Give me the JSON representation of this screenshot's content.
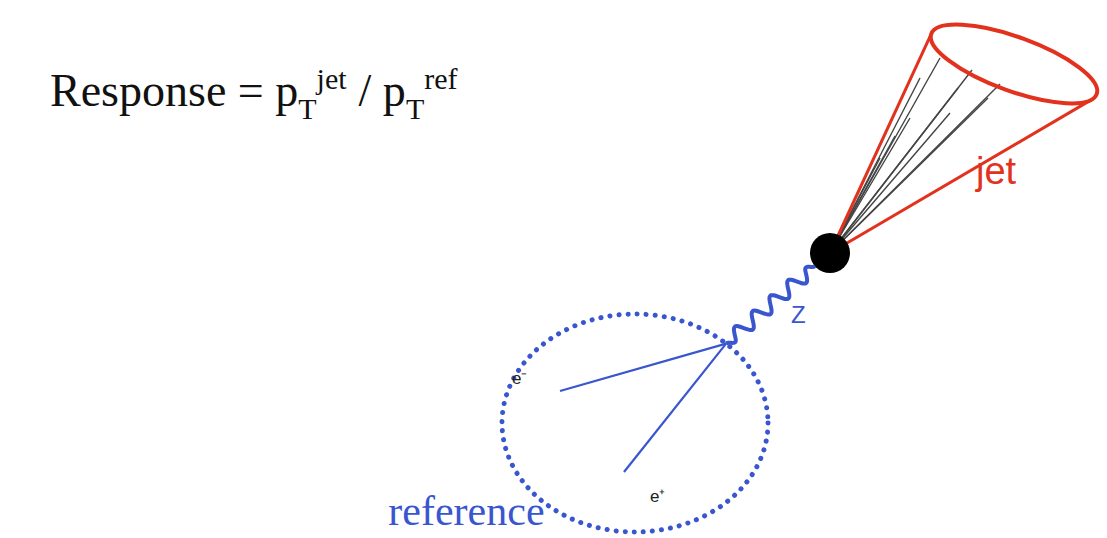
{
  "diagram": {
    "nodes": [
      {
        "text": [
          "jet"
        ]
      },
      {
        "text": [
          "reference",
          "e⁻",
          "e⁺"
        ]
      }
    ],
    "edges": [
      {
        "from": 1,
        "to": 0,
        "arrow": "none",
        "label": "Z"
      }
    ],
    "labels": [
      "Response = p",
      "T",
      "jet",
      "/ p",
      "T",
      "ref"
    ]
  }
}
